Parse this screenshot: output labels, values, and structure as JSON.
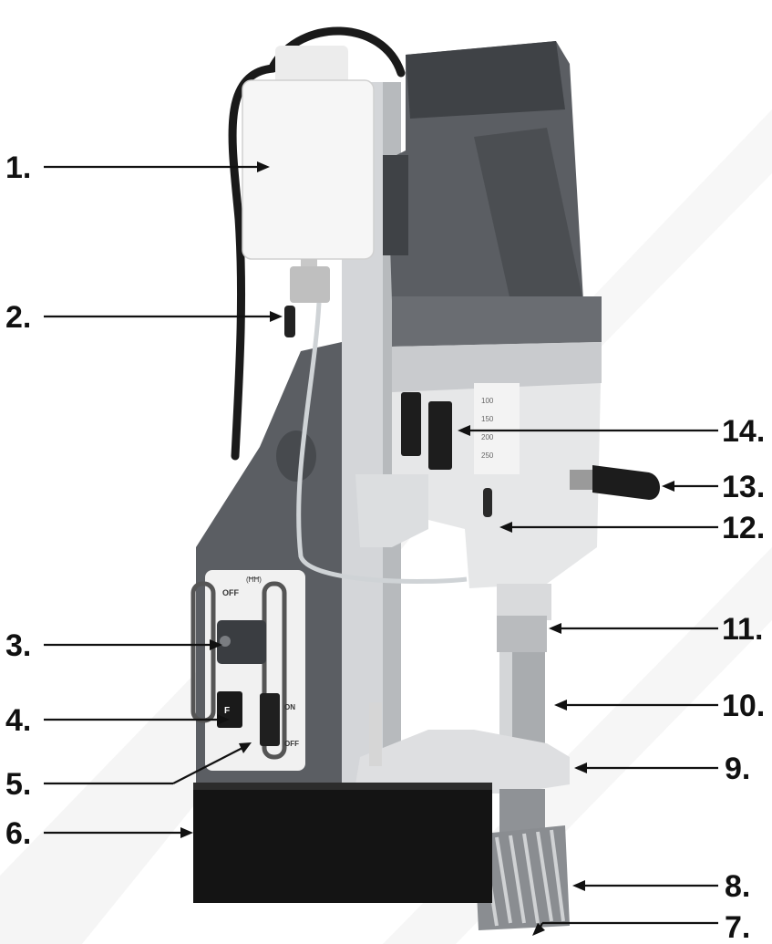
{
  "colors": {
    "ink": "#111111",
    "housing": "#5b5e63",
    "housing_dark": "#3f4246",
    "aluminium": "#e6e7e8",
    "aluminium_shade": "#c9cbce",
    "panel": "#f1f1f1",
    "base": "#141414",
    "tank": "#f6f6f6",
    "watermark": "#e9e9e9"
  },
  "callouts": [
    {
      "id": "1",
      "label": "1."
    },
    {
      "id": "2",
      "label": "2."
    },
    {
      "id": "3",
      "label": "3."
    },
    {
      "id": "4",
      "label": "4."
    },
    {
      "id": "5",
      "label": "5."
    },
    {
      "id": "6",
      "label": "6."
    },
    {
      "id": "7",
      "label": "7."
    },
    {
      "id": "8",
      "label": "8."
    },
    {
      "id": "9",
      "label": "9."
    },
    {
      "id": "10",
      "label": "10."
    },
    {
      "id": "11",
      "label": "11."
    },
    {
      "id": "12",
      "label": "12."
    },
    {
      "id": "13",
      "label": "13."
    },
    {
      "id": "14",
      "label": "14."
    }
  ],
  "panel": {
    "off_top": "OFF",
    "on_label": "ON",
    "off_label": "OFF",
    "f_label": "F",
    "symbol": "(ĦĦ)"
  },
  "scale_marks": [
    "100",
    "150",
    "200",
    "250"
  ]
}
